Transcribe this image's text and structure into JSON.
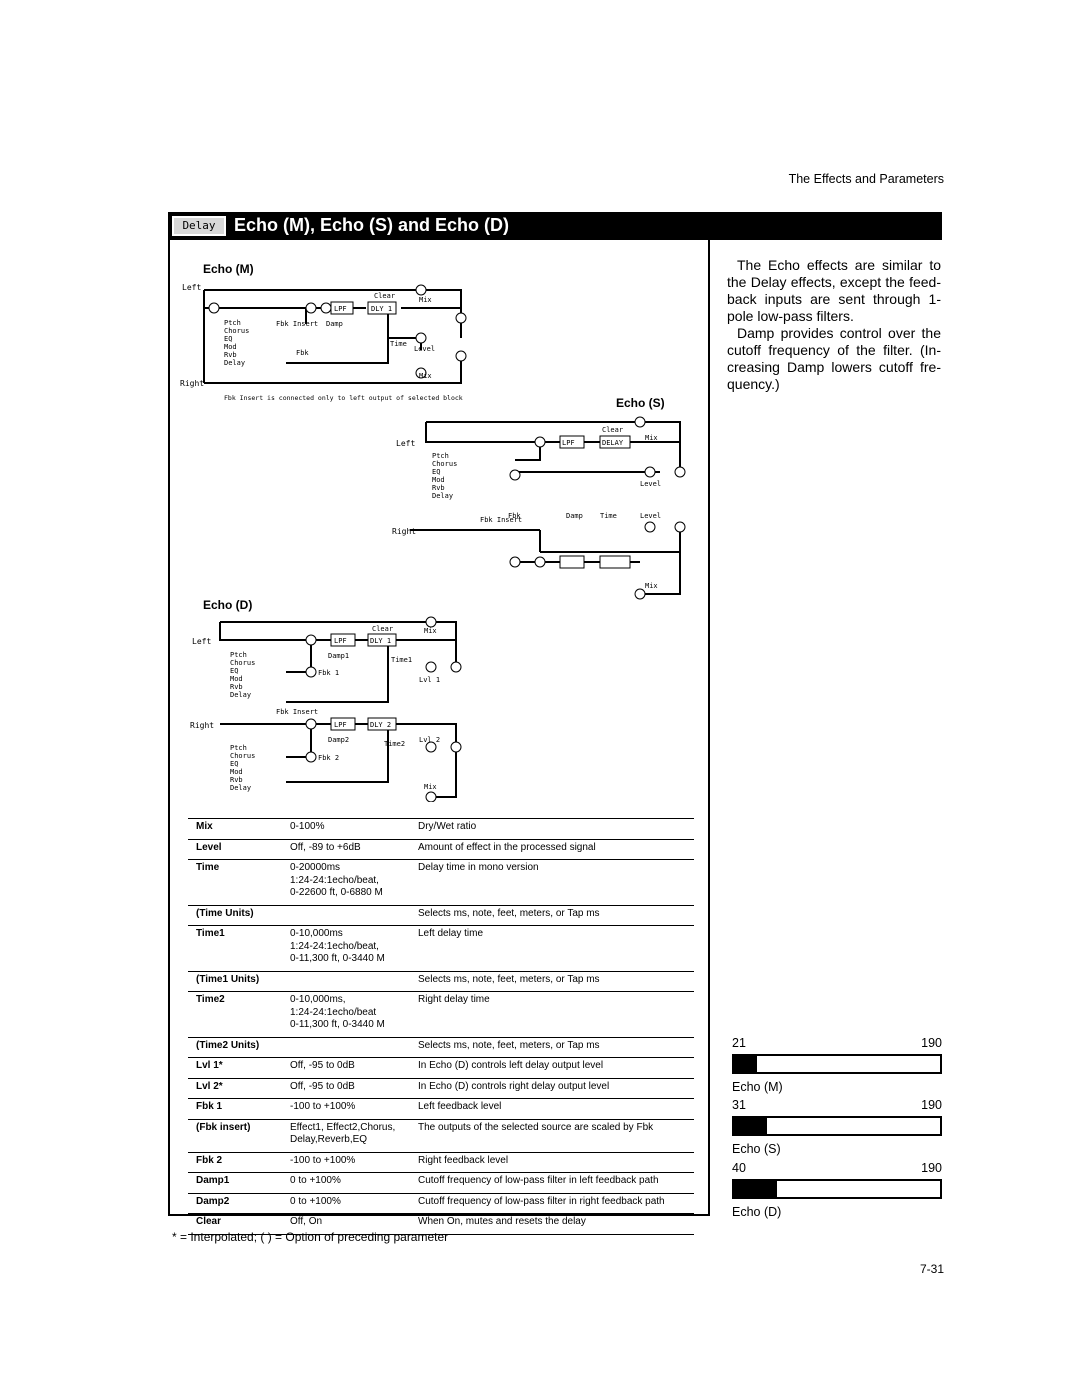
{
  "header": {
    "section_title": "The Effects and Parameters"
  },
  "title_bar": {
    "badge": "Delay",
    "title": "Echo (M), Echo (S) and Echo (D)"
  },
  "description": [
    "The Echo effects are similar to the Delay effects, except the feed-back inputs are sent through 1-pole low-pass filters.",
    "Damp provides control over the cutoff frequency of the filter. (In-creasing Damp lowers cutoff fre-quency.)"
  ],
  "diagram_m": {
    "label": "Echo (M)",
    "left": "Left",
    "right": "Right",
    "clear": "Clear",
    "mix": "Mix",
    "mix2": "Mix",
    "lpf": "LPF",
    "dly": "DLY 1",
    "damp": "Damp",
    "time": "Time",
    "level": "Level",
    "fbk_insert": "Fbk Insert",
    "fbk": "Fbk",
    "sources": [
      "Ptch",
      "Chorus",
      "EQ",
      "Mod",
      "Rvb",
      "Delay"
    ],
    "note": "Fbk Insert is connected only to left output of selected block"
  },
  "diagram_s": {
    "label": "Echo (S)",
    "left": "Left",
    "right": "Right",
    "clear": "Clear",
    "mix": "Mix",
    "mix2": "Mix",
    "lpf": "LPF",
    "delay": "DELAY",
    "level": "Level",
    "level2": "Level",
    "fbk_insert": "Fbk Insert",
    "fbk": "Fbk",
    "damp": "Damp",
    "time": "Time",
    "sources": [
      "Ptch",
      "Chorus",
      "EQ",
      "Mod",
      "Rvb",
      "Delay"
    ]
  },
  "diagram_d": {
    "label": "Echo (D)",
    "left": "Left",
    "right": "Right",
    "clear": "Clear",
    "mix": "Mix",
    "mix2": "Mix",
    "lpf": "LPF",
    "dly1": "DLY 1",
    "dly2": "DLY 2",
    "damp1": "Damp1",
    "damp2": "Damp2",
    "time1": "Time1",
    "time2": "Time2",
    "lvl1": "Lvl 1",
    "lvl2": "Lvl 2",
    "fbk1": "Fbk 1",
    "fbk2": "Fbk 2",
    "fbk_insert": "Fbk Insert",
    "sources": [
      "Ptch",
      "Chorus",
      "EQ",
      "Mod",
      "Rvb",
      "Delay"
    ]
  },
  "params": [
    {
      "name": "Mix",
      "range": [
        "0-100%"
      ],
      "desc": "Dry/Wet ratio"
    },
    {
      "name": "Level",
      "range": [
        "Off, -89 to +6dB"
      ],
      "desc": "Amount of effect in the processed signal"
    },
    {
      "name": "Time",
      "range": [
        "0-20000ms",
        "1:24-24:1echo/beat,",
        "0-22600 ft, 0-6880 M"
      ],
      "desc": "Delay time in mono version"
    },
    {
      "name": "(Time Units)",
      "range": [
        ""
      ],
      "desc": "Selects ms, note, feet, meters, or Tap ms"
    },
    {
      "name": "Time1",
      "range": [
        "0-10,000ms",
        "1:24-24:1echo/beat,",
        "0-11,300 ft, 0-3440 M"
      ],
      "desc": "Left delay time"
    },
    {
      "name": "(Time1 Units)",
      "range": [
        ""
      ],
      "desc": "Selects ms, note, feet, meters, or Tap ms"
    },
    {
      "name": "Time2",
      "range": [
        "0-10,000ms,",
        "1:24-24:1echo/beat",
        "0-11,300 ft, 0-3440 M"
      ],
      "desc": "Right delay time"
    },
    {
      "name": "(Time2 Units)",
      "range": [
        ""
      ],
      "desc": "Selects ms, note, feet, meters, or Tap ms"
    },
    {
      "name": "Lvl 1*",
      "range": [
        "Off, -95 to 0dB"
      ],
      "desc": "In Echo (D) controls left delay output level"
    },
    {
      "name": "Lvl 2*",
      "range": [
        "Off, -95 to 0dB"
      ],
      "desc": "In Echo (D) controls right delay output level"
    },
    {
      "name": "Fbk 1",
      "range": [
        "-100 to +100%"
      ],
      "desc": "Left feedback level"
    },
    {
      "name": "(Fbk insert)",
      "range": [
        "Effect1, Effect2,Chorus,",
        "Delay,Reverb,EQ"
      ],
      "desc": "The outputs of the selected source are scaled by Fbk"
    },
    {
      "name": "Fbk 2",
      "range": [
        "-100 to +100%"
      ],
      "desc": "Right feedback level"
    },
    {
      "name": "Damp1",
      "range": [
        "0 to +100%"
      ],
      "desc": "Cutoff frequency of low-pass filter in left feedback path"
    },
    {
      "name": "Damp2",
      "range": [
        "0 to +100%"
      ],
      "desc": "Cutoff frequency of low-pass filter in right feedback path"
    },
    {
      "name": "Clear",
      "range": [
        "Off, On"
      ],
      "desc": "When On, mutes and resets the delay"
    }
  ],
  "footnote": "* = Interpolated; ( ) = Option of preceding parameter",
  "side_meters": [
    {
      "left": "21",
      "right": "190",
      "fill": 0.11,
      "label": "Echo (M)"
    },
    {
      "left": "31",
      "right": "190",
      "fill": 0.16,
      "label": "Echo (S)"
    },
    {
      "left": "40",
      "right": "190",
      "fill": 0.21,
      "label": "Echo (D)"
    }
  ],
  "page_number": "7-31"
}
